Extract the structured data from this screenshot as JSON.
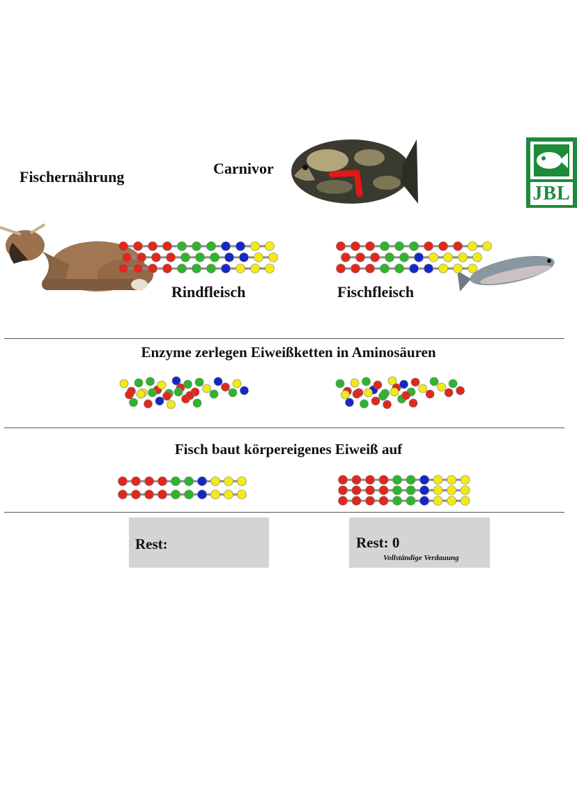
{
  "title": "Fischernährung",
  "carnivor_label": "Carnivor",
  "logo_text": "JBL",
  "labels": {
    "beef": "Rindfleisch",
    "fish": "Fischfleisch"
  },
  "headings": {
    "enzymes": "Enzyme zerlegen Eiweißketten in Aminosäuren",
    "build": "Fisch baut körpereigenes Eiweiß auf"
  },
  "rest_left": {
    "label": "Rest:"
  },
  "rest_right": {
    "label": "Rest: 0",
    "note": "Vollständige Verdauung"
  },
  "colors": {
    "red": "#e0281c",
    "green": "#2fb52d",
    "blue": "#1428c8",
    "yellow": "#f2ea18",
    "logo_green": "#1e8a3a",
    "rule": "#555555",
    "rest_box": "#d4d4d4"
  },
  "chains": {
    "beef": [
      [
        "red",
        "red",
        "red",
        "red",
        "green",
        "green",
        "green",
        "blue",
        "blue",
        "yellow",
        "yellow"
      ],
      [
        "red",
        "red",
        "red",
        "red",
        "green",
        "green",
        "green",
        "blue",
        "blue",
        "yellow",
        "yellow"
      ],
      [
        "red",
        "red",
        "red",
        "red",
        "green",
        "green",
        "green",
        "blue",
        "yellow",
        "yellow",
        "yellow"
      ]
    ],
    "fish": [
      [
        "red",
        "red",
        "red",
        "green",
        "green",
        "green",
        "red",
        "red",
        "red",
        "yellow",
        "yellow"
      ],
      [
        "red",
        "red",
        "red",
        "green",
        "green",
        "blue",
        "yellow",
        "yellow",
        "yellow",
        "yellow"
      ],
      [
        "red",
        "red",
        "red",
        "green",
        "green",
        "blue",
        "blue",
        "yellow",
        "yellow",
        "yellow"
      ]
    ],
    "beef_built": [
      [
        "red",
        "red",
        "red",
        "red",
        "green",
        "green",
        "blue",
        "yellow",
        "yellow",
        "yellow"
      ],
      [
        "red",
        "red",
        "red",
        "red",
        "green",
        "green",
        "blue",
        "yellow",
        "yellow",
        "yellow"
      ]
    ],
    "fish_built": [
      [
        "red",
        "red",
        "red",
        "red",
        "green",
        "green",
        "blue",
        "yellow",
        "yellow",
        "yellow"
      ],
      [
        "red",
        "red",
        "red",
        "red",
        "green",
        "green",
        "blue",
        "yellow",
        "yellow",
        "yellow"
      ],
      [
        "red",
        "red",
        "red",
        "red",
        "green",
        "green",
        "blue",
        "yellow",
        "yellow",
        "yellow"
      ]
    ]
  },
  "amino_left": [
    "yellow",
    "red",
    "green",
    "yellow",
    "green",
    "red",
    "yellow",
    "green",
    "blue",
    "red",
    "green",
    "red",
    "green",
    "yellow",
    "green",
    "blue",
    "red",
    "green",
    "yellow",
    "blue",
    "red",
    "green",
    "yellow",
    "red",
    "green",
    "blue",
    "red",
    "yellow",
    "green",
    "red",
    "red",
    "green"
  ],
  "amino_right": [
    "green",
    "red",
    "yellow",
    "red",
    "green",
    "blue",
    "red",
    "green",
    "yellow",
    "red",
    "blue",
    "green",
    "red",
    "yellow",
    "red",
    "green",
    "yellow",
    "red",
    "green",
    "red",
    "yellow",
    "blue",
    "red",
    "green",
    "yellow",
    "red",
    "green",
    "red",
    "yellow",
    "green",
    "red",
    "red"
  ],
  "rest_dots": [
    "red",
    "blue",
    "green",
    "green",
    "green",
    "green",
    "blue",
    "blue",
    "green"
  ]
}
